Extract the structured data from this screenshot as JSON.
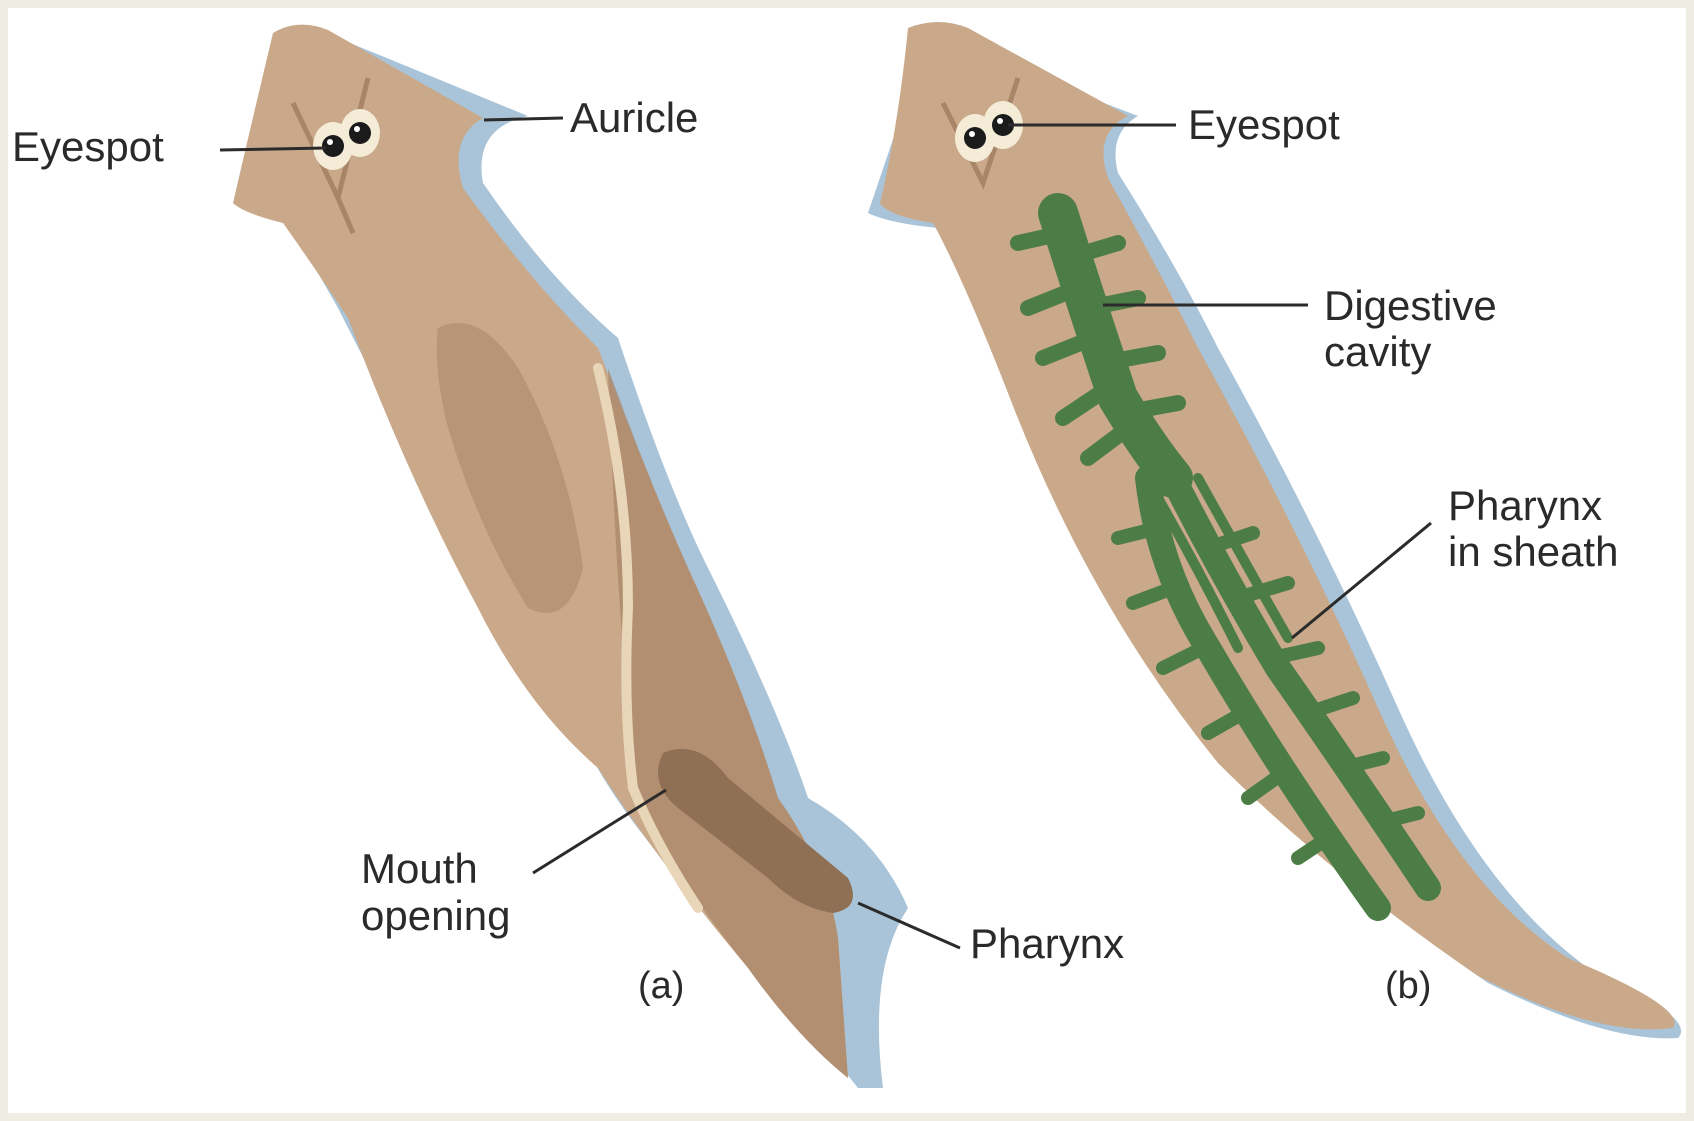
{
  "panel_a": {
    "caption": "(a)",
    "labels": {
      "eyespot": "Eyespot",
      "auricle": "Auricle",
      "mouth_line1": "Mouth",
      "mouth_line2": "opening",
      "pharynx": "Pharynx"
    }
  },
  "panel_b": {
    "caption": "(b)",
    "labels": {
      "eyespot": "Eyespot",
      "digestive_line1": "Digestive",
      "digestive_line2": "cavity",
      "pharynx_line1": "Pharynx",
      "pharynx_line2": "in sheath"
    }
  },
  "colors": {
    "body": "#c9a98a",
    "body_dark": "#a88566",
    "body_light": "#e9d6b8",
    "shadow": "#a9c4d8",
    "gut": "#4d7d46",
    "background": "#ffffff",
    "frame": "#efece4"
  }
}
